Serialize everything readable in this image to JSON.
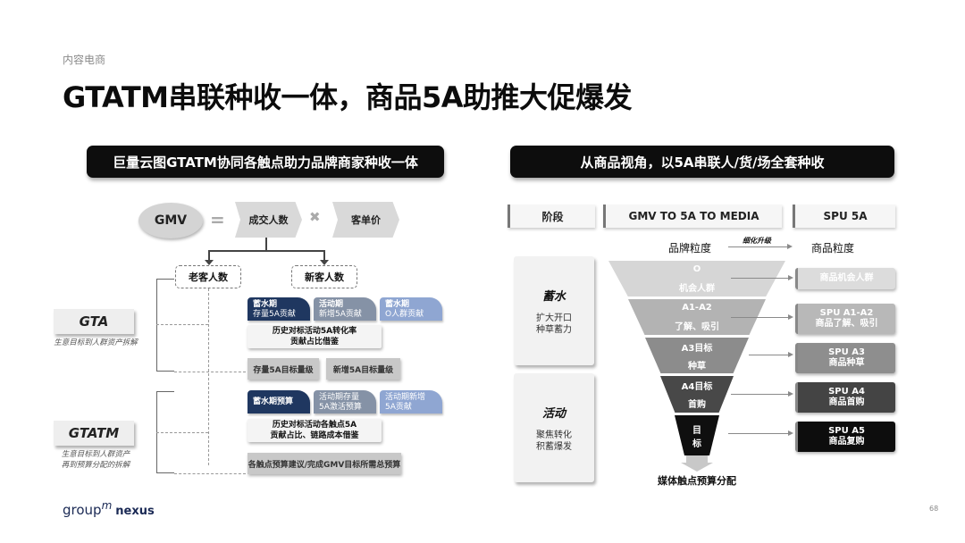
{
  "header": {
    "section": "内容电商",
    "title": "GTATM串联种收一体，商品5A助推大促爆发"
  },
  "left_panel": {
    "banner": "巨量云图GTATM协同各触点助力品牌商家种收一体",
    "formula": {
      "gmv": "GMV",
      "equals": "=",
      "factor1": "成交人数",
      "times": "✖",
      "factor2": "客单价"
    },
    "branches": {
      "old": "老客人数",
      "new": "新客人数"
    },
    "gta": {
      "label": "GTA",
      "note": "生意目标到人群资产拆解",
      "tabs": [
        {
          "line1": "蓄水期",
          "line2": "存量5A贡献",
          "color": "#1f3760"
        },
        {
          "line1": "活动期",
          "line2": "新增5A贡献",
          "color": "#8592a6"
        },
        {
          "line1": "蓄水期",
          "line2": "O人群贡献",
          "color": "#8fa6d2"
        }
      ],
      "history_line1": "历史对标活动5A转化率",
      "history_line2": "贡献占比借鉴",
      "targets": [
        "存量5A目标量级",
        "新增5A目标量级"
      ]
    },
    "gtatm": {
      "label": "GTATM",
      "note_line1": "生意目标到人群资产",
      "note_line2": "再到预算分配的拆解",
      "tabs": [
        {
          "line1": "蓄水期预算",
          "line2": "",
          "color": "#1f3760"
        },
        {
          "line1": "活动期存量",
          "line2": "5A激活预算",
          "color": "#8592a6"
        },
        {
          "line1": "活动期新增",
          "line2": "5A贡献",
          "color": "#8fa6d2"
        }
      ],
      "history_line1": "历史对标活动各触点5A",
      "history_line2": "贡献占比、链路成本借鉴",
      "budget": "各触点预算建议/完成GMV目标所需总预算"
    }
  },
  "right_panel": {
    "banner": "从商品视角，以5A串联人/货/场全套种收",
    "columns": [
      "阶段",
      "GMV TO 5A TO MEDIA",
      "SPU 5A"
    ],
    "granularity": {
      "from": "品牌粒度",
      "arrow_label": "细化升级",
      "to": "商品粒度"
    },
    "stages": [
      {
        "name": "蓄水",
        "desc_line1": "扩大开口",
        "desc_line2": "种草蓄力"
      },
      {
        "name": "活动",
        "desc_line1": "聚焦转化",
        "desc_line2": "积蓄爆发"
      }
    ],
    "funnel": [
      {
        "top": "O",
        "bottom": "机会人群",
        "color": "#d6d6d6"
      },
      {
        "top": "A1-A2",
        "bottom": "了解、吸引",
        "color": "#b3b3b3"
      },
      {
        "top": "A3目标",
        "bottom": "种草",
        "color": "#8c8c8c"
      },
      {
        "top": "A4目标",
        "bottom": "首购",
        "color": "#484848"
      },
      {
        "top": "目",
        "bottom": "标",
        "color": "#0f0f0f"
      }
    ],
    "funnel_output": "媒体触点预算分配",
    "spu": [
      {
        "line1": "商品机会人群",
        "line2": "",
        "color": "#dcdcdc"
      },
      {
        "line1": "SPU A1-A2",
        "line2": "商品了解、吸引",
        "color": "#b8b8b8"
      },
      {
        "line1": "SPU A3",
        "line2": "商品种草",
        "color": "#8e8e8e"
      },
      {
        "line1": "SPU A4",
        "line2": "商品首购",
        "color": "#444444"
      },
      {
        "line1": "SPU A5",
        "line2": "商品复购",
        "color": "#0d0d0d"
      }
    ]
  },
  "footer": {
    "logo_group": "group",
    "logo_m": "m",
    "logo_nexus": "nexus",
    "page_number": "68"
  }
}
